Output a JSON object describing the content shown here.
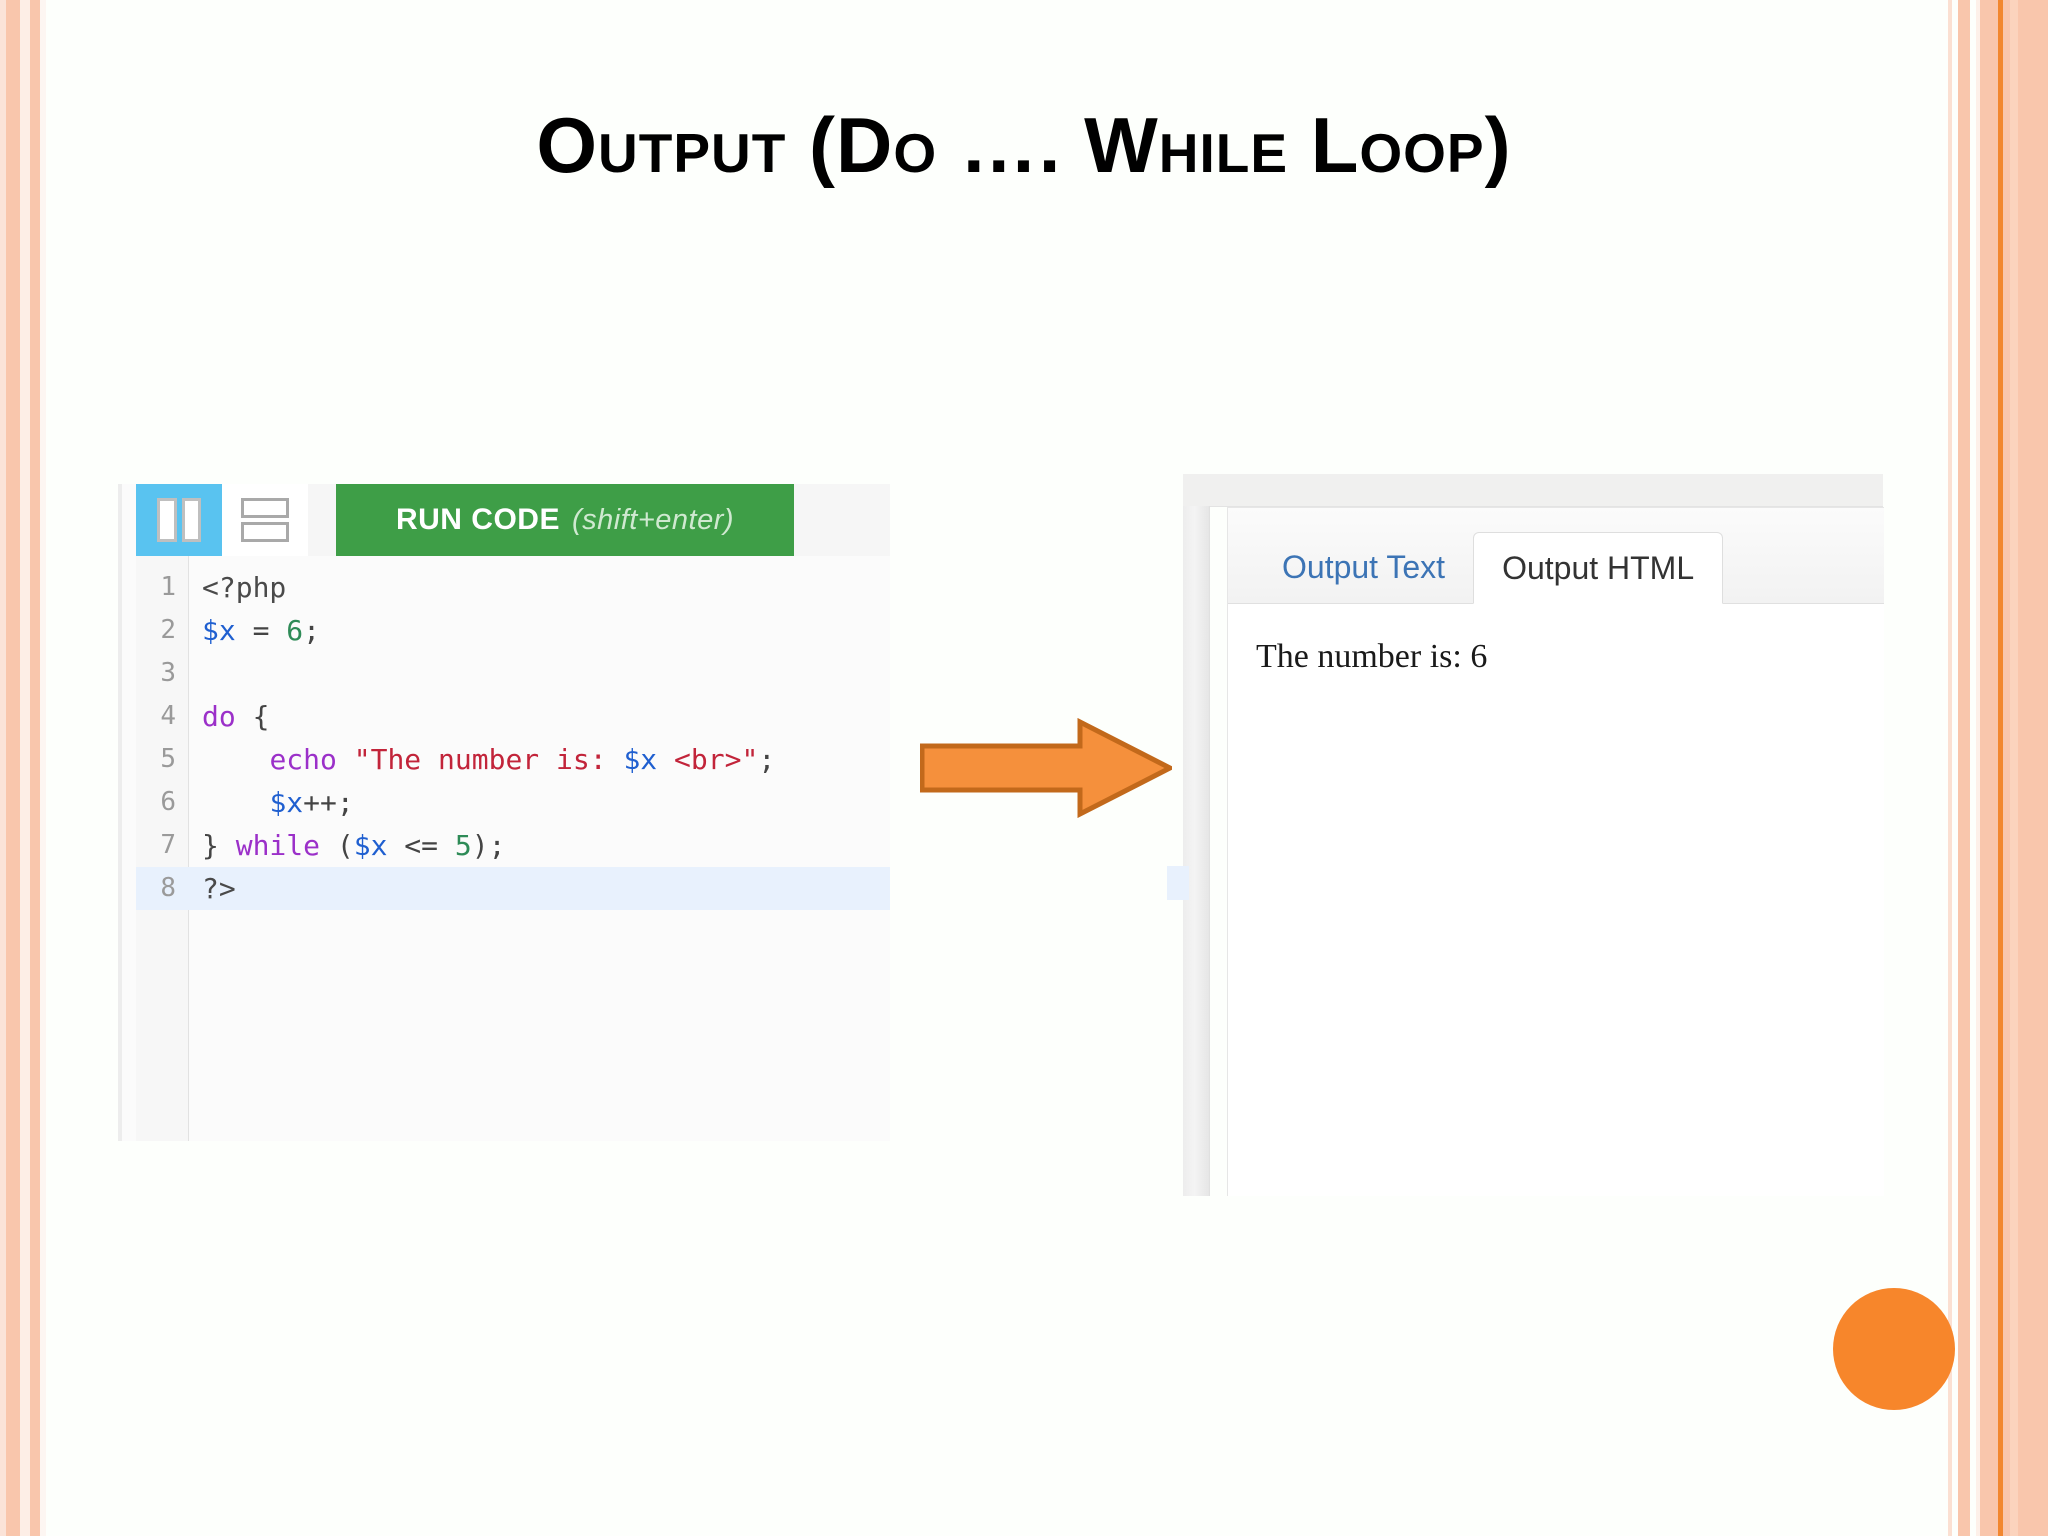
{
  "slide": {
    "title": "Output (Do …. While Loop)",
    "background_color": "#fdfffc",
    "accent_color": "#f7862b",
    "border_peach": "#f9c6ac"
  },
  "editor": {
    "toolbar": {
      "split_vertical_icon": "split-vertical-icon",
      "split_horizontal_icon": "split-horizontal-icon",
      "run_label": "RUN CODE",
      "run_hint": "(shift+enter)",
      "run_button_color": "#3e9e47",
      "split_v_color": "#59c3f0"
    },
    "language": "php",
    "active_line": 8,
    "lines": [
      {
        "number": "1",
        "tokens": [
          {
            "text": "<?php",
            "type": "tag"
          }
        ]
      },
      {
        "number": "2",
        "tokens": [
          {
            "text": "$x",
            "type": "var"
          },
          {
            "text": " = ",
            "type": "punc"
          },
          {
            "text": "6",
            "type": "num"
          },
          {
            "text": ";",
            "type": "punc"
          }
        ]
      },
      {
        "number": "3",
        "tokens": [
          {
            "text": "",
            "type": "punc"
          }
        ]
      },
      {
        "number": "4",
        "tokens": [
          {
            "text": "do",
            "type": "kw"
          },
          {
            "text": " {",
            "type": "punc"
          }
        ]
      },
      {
        "number": "5",
        "tokens": [
          {
            "text": "    ",
            "type": "punc"
          },
          {
            "text": "echo",
            "type": "kw"
          },
          {
            "text": " ",
            "type": "punc"
          },
          {
            "text": "\"The number is: ",
            "type": "str"
          },
          {
            "text": "$x",
            "type": "var"
          },
          {
            "text": " <br>\"",
            "type": "str"
          },
          {
            "text": ";",
            "type": "punc"
          }
        ]
      },
      {
        "number": "6",
        "tokens": [
          {
            "text": "    ",
            "type": "punc"
          },
          {
            "text": "$x",
            "type": "var"
          },
          {
            "text": "++;",
            "type": "punc"
          }
        ]
      },
      {
        "number": "7",
        "tokens": [
          {
            "text": "} ",
            "type": "punc"
          },
          {
            "text": "while",
            "type": "kw"
          },
          {
            "text": " (",
            "type": "punc"
          },
          {
            "text": "$x",
            "type": "var"
          },
          {
            "text": " <= ",
            "type": "punc"
          },
          {
            "text": "5",
            "type": "num"
          },
          {
            "text": ");",
            "type": "punc"
          }
        ]
      },
      {
        "number": "8",
        "tokens": [
          {
            "text": "?>",
            "type": "tag"
          }
        ]
      }
    ],
    "code_text": "<?php\n$x = 6;\n\ndo {\n    echo \"The number is: $x <br>\";\n    $x++;\n} while ($x <= 5);\n?>"
  },
  "arrow": {
    "direction": "right",
    "fill_color": "#f5903c",
    "stroke_color": "#c2691b"
  },
  "output_panel": {
    "tabs": [
      {
        "label": "Output Text",
        "active": false
      },
      {
        "label": "Output HTML",
        "active": true
      }
    ],
    "result_text": "The number is: 6"
  }
}
